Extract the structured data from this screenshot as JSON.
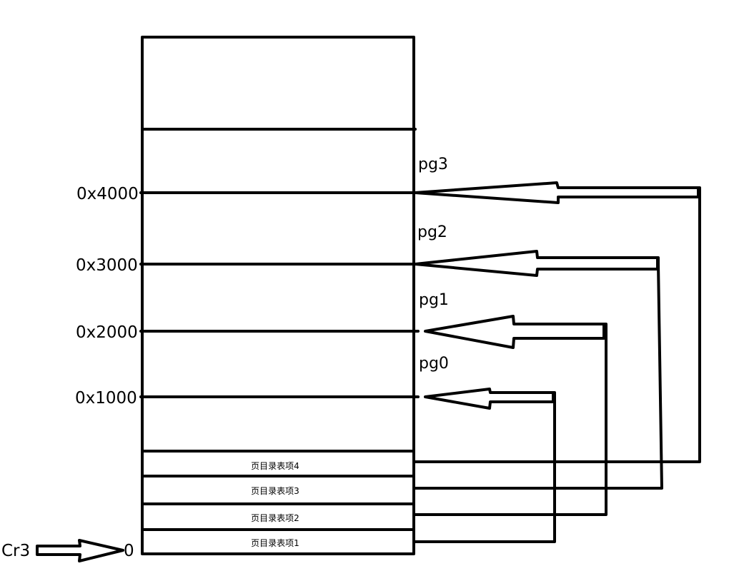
{
  "addresses": {
    "a4000": "0x4000",
    "a3000": "0x3000",
    "a2000": "0x2000",
    "a1000": "0x1000",
    "zero": "0"
  },
  "pages": {
    "pg3": "pg3",
    "pg2": "pg2",
    "pg1": "pg1",
    "pg0": "pg0"
  },
  "entries": {
    "e4": "页目录表项4",
    "e3": "页目录表项3",
    "e2": "页目录表项2",
    "e1": "页目录表项1"
  },
  "register": "Cr3"
}
